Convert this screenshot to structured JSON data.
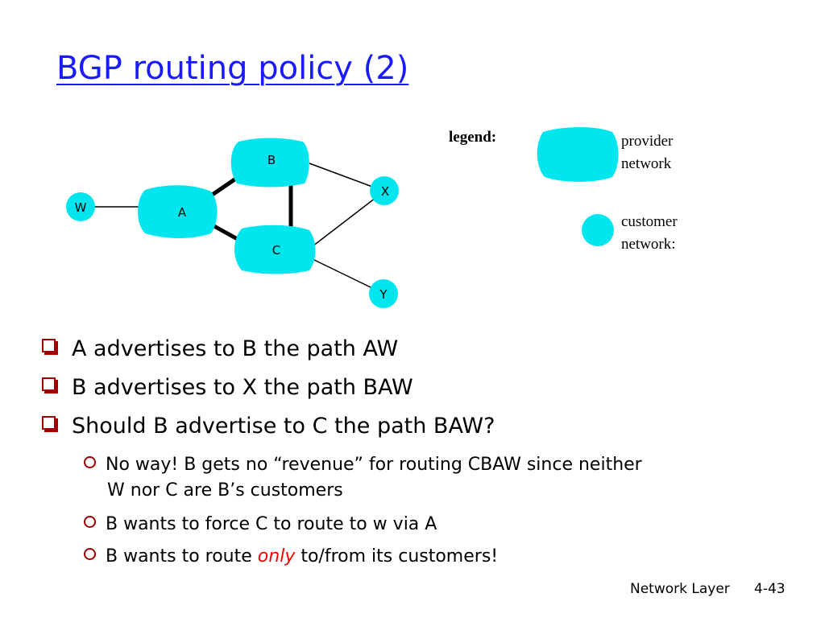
{
  "slide": {
    "title": "BGP routing policy (2)"
  },
  "diagram": {
    "nodes": {
      "W": "W",
      "A": "A",
      "B": "B",
      "C": "C",
      "X": "X",
      "Y": "Y"
    },
    "colors": {
      "network_fill": "#00e5ee",
      "link": "#000000"
    }
  },
  "legend": {
    "title": "legend:",
    "provider_line1": "provider",
    "provider_line2": "network",
    "customer_line1": "customer",
    "customer_line2": "network:"
  },
  "bullets": {
    "b1": "A advertises to B the path AW",
    "b2": "B advertises to X the path BAW",
    "b3": "Should B advertise to C the path BAW?",
    "sub1_line1": "No way! B gets no “revenue” for routing CBAW since neither",
    "sub1_line2": "W nor C are B’s customers",
    "sub2": "B wants to force C to route to w via A",
    "sub3_pre": "B wants to route ",
    "sub3_emph": "only",
    "sub3_post": " to/from its customers!"
  },
  "footer": {
    "section": "Network Layer",
    "page": "4-43"
  }
}
